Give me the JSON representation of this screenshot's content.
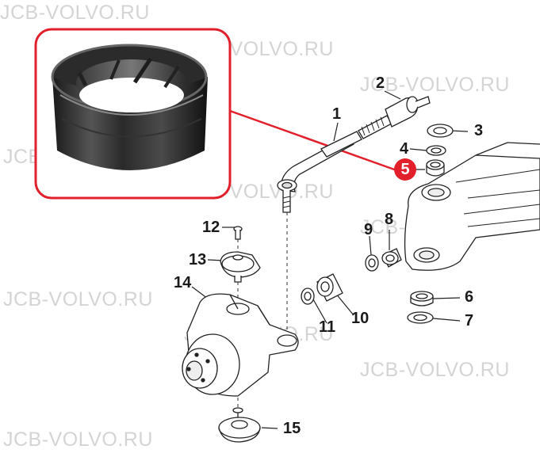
{
  "watermark": "JCB-VOLVO.RU",
  "highlight_color": "#e2202b",
  "callout": {
    "label": "5"
  },
  "parts": [
    {
      "id": "p1",
      "label": "1"
    },
    {
      "id": "p2",
      "label": "2"
    },
    {
      "id": "p3",
      "label": "3"
    },
    {
      "id": "p4",
      "label": "4"
    },
    {
      "id": "p6",
      "label": "6"
    },
    {
      "id": "p7",
      "label": "7"
    },
    {
      "id": "p8",
      "label": "8"
    },
    {
      "id": "p9",
      "label": "9"
    },
    {
      "id": "p10",
      "label": "10"
    },
    {
      "id": "p11",
      "label": "11"
    },
    {
      "id": "p12",
      "label": "12"
    },
    {
      "id": "p13",
      "label": "13"
    },
    {
      "id": "p14",
      "label": "14"
    },
    {
      "id": "p15",
      "label": "15"
    }
  ]
}
